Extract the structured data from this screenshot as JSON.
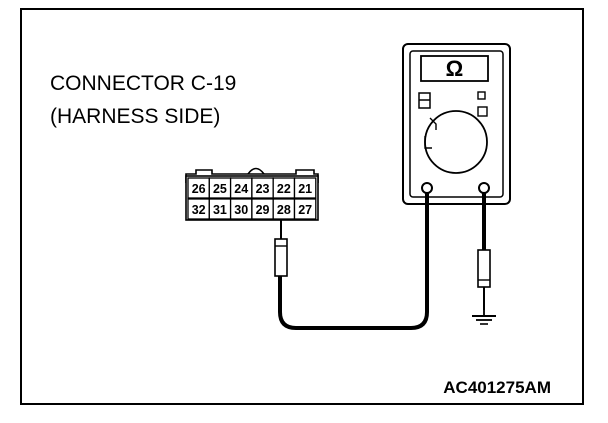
{
  "diagram": {
    "title_line1": "CONNECTOR C-19",
    "title_line2": "(HARNESS SIDE)",
    "reference_code": "AC401275AM",
    "meter": {
      "display_symbol": "Ω"
    },
    "connector": {
      "top_row": [
        "26",
        "25",
        "24",
        "23",
        "22",
        "21"
      ],
      "bottom_row": [
        "32",
        "31",
        "30",
        "29",
        "28",
        "27"
      ],
      "probed_pin": "28"
    }
  }
}
